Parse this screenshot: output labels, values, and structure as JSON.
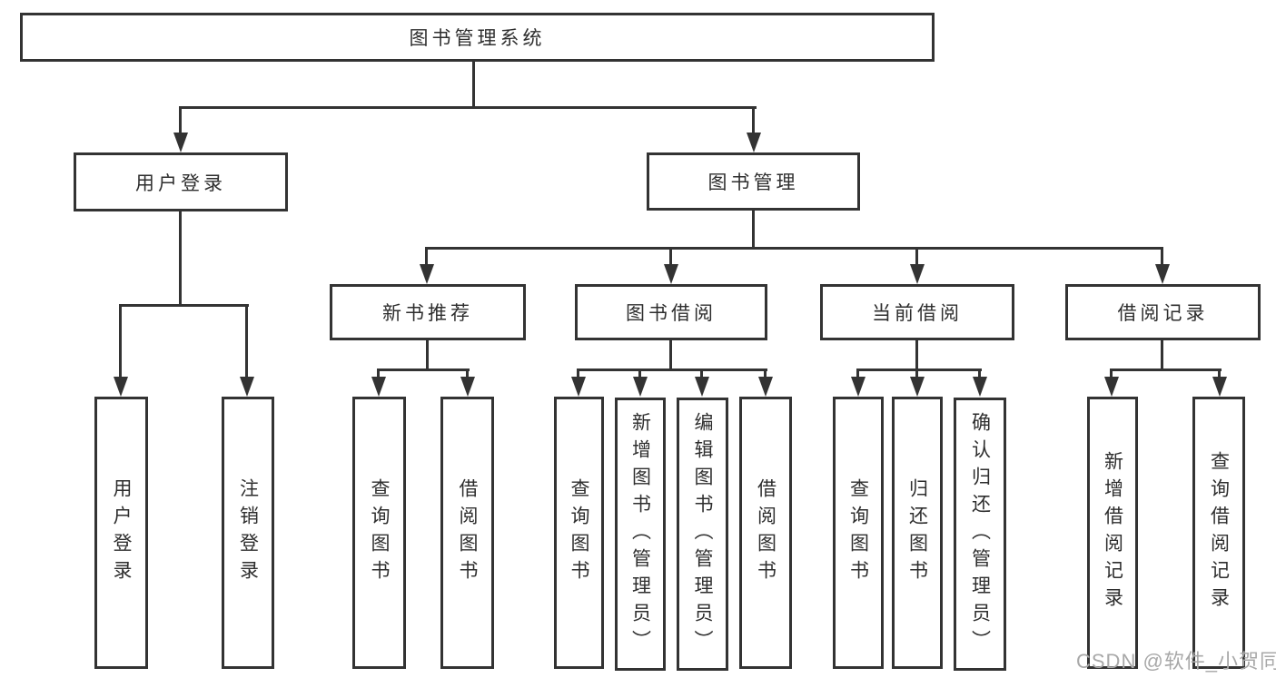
{
  "diagram_title": "图书管理系统",
  "watermark": {
    "text": "CSDN @软件_小贺同学",
    "color": "#a8a8a8"
  },
  "colors": {
    "background": "#ffffff",
    "line": "#333333",
    "box_border": "#333333",
    "text": "#2e2e2e"
  },
  "nodes": {
    "root": {
      "label": "图书管理系统"
    },
    "user_login": {
      "label": "用户登录"
    },
    "book_management": {
      "label": "图书管理"
    },
    "new_book_recommend": {
      "label": "新书推荐"
    },
    "book_borrow": {
      "label": "图书借阅"
    },
    "current_borrow": {
      "label": "当前借阅"
    },
    "borrow_record": {
      "label": "借阅记录"
    },
    "leaf_user_login": {
      "label": "用户登录"
    },
    "leaf_logout": {
      "label": "注销登录"
    },
    "leaf_nb_query": {
      "label": "查询图书"
    },
    "leaf_nb_borrow": {
      "label": "借阅图书"
    },
    "leaf_bb_query": {
      "label": "查询图书"
    },
    "leaf_bb_add": {
      "label": "新增图书（管理员）"
    },
    "leaf_bb_edit": {
      "label": "编辑图书（管理员）"
    },
    "leaf_bb_borrow": {
      "label": "借阅图书"
    },
    "leaf_cb_query": {
      "label": "查询图书"
    },
    "leaf_cb_return": {
      "label": "归还图书"
    },
    "leaf_cb_confirm": {
      "label": "确认归还（管理员）"
    },
    "leaf_br_add": {
      "label": "新增借阅记录"
    },
    "leaf_br_query": {
      "label": "查询借阅记录"
    }
  },
  "structure": {
    "图书管理系统": {
      "用户登录": [
        "用户登录",
        "注销登录"
      ],
      "图书管理": {
        "新书推荐": [
          "查询图书",
          "借阅图书"
        ],
        "图书借阅": [
          "查询图书",
          "新增图书（管理员）",
          "编辑图书（管理员）",
          "借阅图书"
        ],
        "当前借阅": [
          "查询图书",
          "归还图书",
          "确认归还（管理员）"
        ],
        "借阅记录": [
          "新增借阅记录",
          "查询借阅记录"
        ]
      }
    }
  }
}
